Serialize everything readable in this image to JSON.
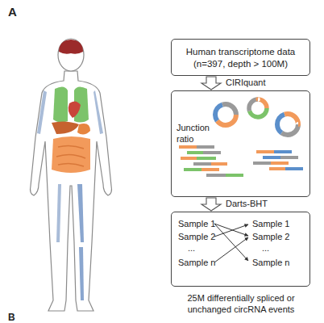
{
  "diagram": {
    "nodes": [
      {
        "text": [
          "Human transcriptome data (n=397, depth > 100M)"
        ]
      },
      {
        "text": [
          "Junction ratio"
        ]
      },
      {
        "text": [
          "Sample 1",
          "Sample 2",
          "...",
          "Sample n",
          "Sample 1",
          "Sample 2",
          "...",
          "Sample n"
        ]
      }
    ],
    "edges": [
      {
        "from": 0,
        "to": 1,
        "label": "CIRIquant",
        "arrow": "to"
      },
      {
        "from": 1,
        "to": 2,
        "label": "Darts-BHT",
        "arrow": "to"
      }
    ],
    "labels": [
      "A",
      "25M differentially spliced or unchanged circRNA events",
      "B"
    ]
  }
}
